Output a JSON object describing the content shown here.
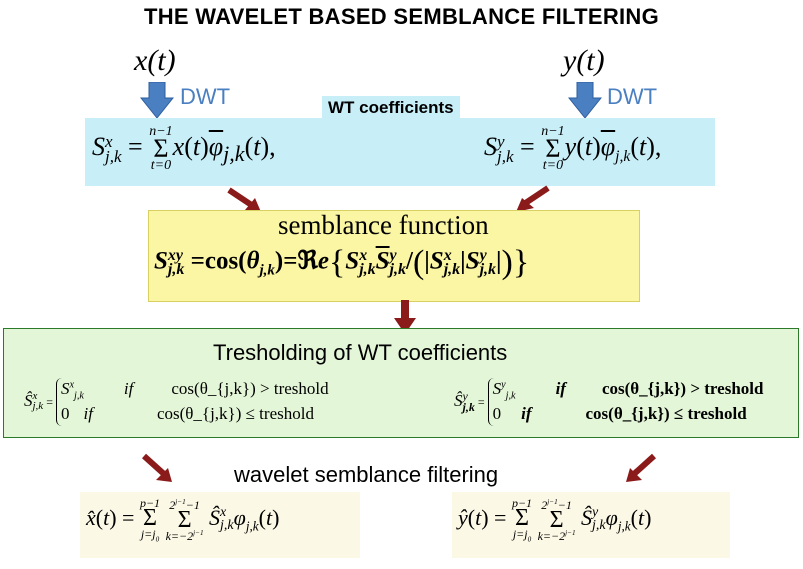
{
  "title": "THE WAVELET BASED SEMBLANCE FILTERING",
  "inputs": {
    "x_label": "x(t)",
    "y_label": "y(t)",
    "dwt_left": "DWT",
    "dwt_right": "DWT"
  },
  "wt_section": {
    "label": "WT coefficients",
    "formula_x": "S^x_{j,k} = Σ_{t=0}^{n−1} x(t) φ̄_{j,k}(t),",
    "formula_y": "S^y_{j,k} = Σ_{t=0}^{n−1} y(t) φ̄_{j,k}(t),"
  },
  "semblance": {
    "label": "semblance  function",
    "formula": "S^{xy}_{j,k} = cos(θ_{j,k}) = ℜe{ S^x_{j,k} S̄^y_{j,k} / (|S^x_{j,k}| |S^y_{j,k}|) }"
  },
  "thresholding": {
    "label": "Tresholding of WT coefficients",
    "left_cond1": "cos(θ_{j,k}) > treshold",
    "left_cond2": "cos(θ_{j,k}) ≤ treshold",
    "right_cond1": "cos(θ_{j,k}) > treshold",
    "right_cond2": "cos(θ_{j,k}) ≤ treshold",
    "if": "if",
    "zero": "0",
    "threshold_word": "treshold"
  },
  "filtering": {
    "label": "wavelet semblance filtering",
    "formula_x": "x̂(t) = Σ_{j=j0}^{p−1} Σ_{k=−2^{j−1}}^{2^{j−1}−1} Ŝ^x_{j,k} φ_{j,k}(t)",
    "formula_y": "ŷ(t) = Σ_{j=j0}^{p−1} Σ_{k=−2^{j−1}}^{2^{j−1}−1} Ŝ^y_{j,k} φ_{j,k}(t)"
  },
  "colors": {
    "dwt_blue": "#4a7fc1",
    "arrow_red": "#8b1a1a",
    "cyan_box": "#c8eef8",
    "yellow_box": "#fbf6a4",
    "green_box": "#e4f6d8",
    "green_border": "#2a7a2a"
  }
}
